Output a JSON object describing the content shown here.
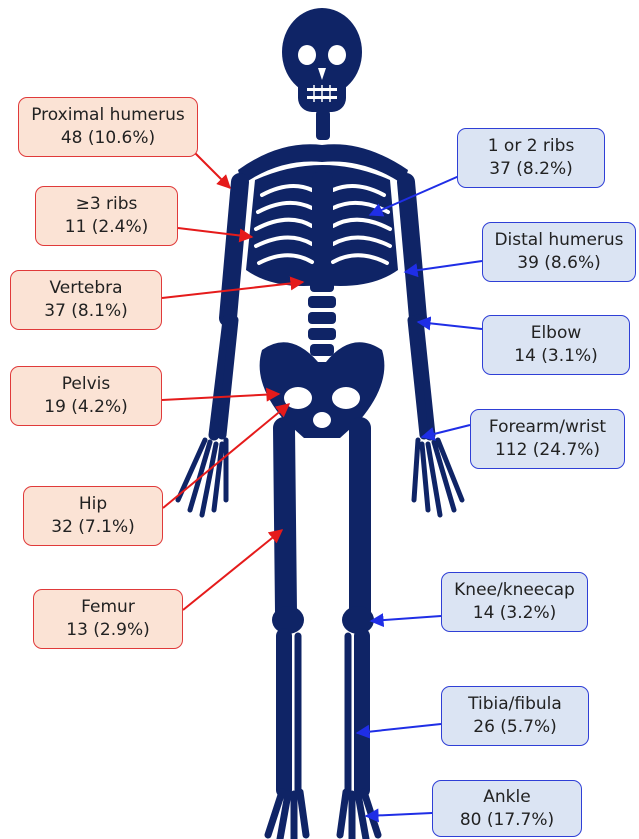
{
  "colors": {
    "skeleton": "#0f2466",
    "bone_detail": "#ffffff",
    "left_box_fill": "#fbe3d5",
    "left_box_border": "#e03a3a",
    "left_arrow": "#e51b1b",
    "right_box_fill": "#dbe4f3",
    "right_box_border": "#2f3fd6",
    "right_arrow": "#1f2ee6"
  },
  "labels": {
    "left": [
      {
        "name": "Proximal humerus",
        "value": "48 (10.6%)"
      },
      {
        "name": "≥3 ribs",
        "value": "11 (2.4%)"
      },
      {
        "name": "Vertebra",
        "value": "37 (8.1%)"
      },
      {
        "name": "Pelvis",
        "value": "19 (4.2%)"
      },
      {
        "name": "Hip",
        "value": "32 (7.1%)"
      },
      {
        "name": "Femur",
        "value": "13 (2.9%)"
      }
    ],
    "right": [
      {
        "name": "1 or 2 ribs",
        "value": "37 (8.2%)"
      },
      {
        "name": "Distal humerus",
        "value": "39 (8.6%)"
      },
      {
        "name": "Elbow",
        "value": "14 (3.1%)"
      },
      {
        "name": "Forearm/wrist",
        "value": "112 (24.7%)"
      },
      {
        "name": "Knee/kneecap",
        "value": "14 (3.2%)"
      },
      {
        "name": "Tibia/fibula",
        "value": "26 (5.7%)"
      },
      {
        "name": "Ankle",
        "value": "80 (17.7%)"
      }
    ]
  }
}
